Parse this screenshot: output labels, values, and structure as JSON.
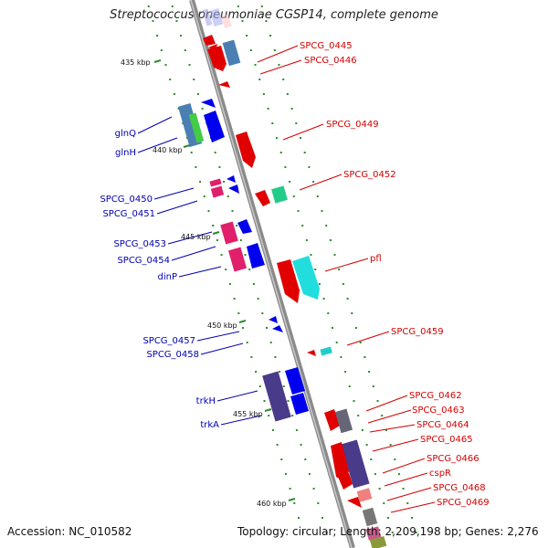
{
  "header": {
    "title": "Streptococcus pneumoniae CGSP14, complete genome"
  },
  "footer": {
    "accession": "Accession: NC_010582",
    "summary": "Topology: circular; Length: 2,209,198 bp; Genes: 2,276"
  },
  "scale": {
    "ticks": [
      "435 kbp",
      "440 kbp",
      "445 kbp",
      "450 kbp",
      "455 kbp",
      "460 kbp"
    ]
  },
  "labels": {
    "forward": [
      "glnQ",
      "glnH",
      "SPCG_0450",
      "SPCG_0451",
      "SPCG_0453",
      "SPCG_0454",
      "dinP",
      "SPCG_0457",
      "SPCG_0458",
      "trkH",
      "trkA"
    ],
    "reverse": [
      "SPCG_0445",
      "SPCG_0446",
      "SPCG_0449",
      "SPCG_0452",
      "pfl",
      "SPCG_0459",
      "SPCG_0462",
      "SPCG_0463",
      "SPCG_0464",
      "SPCG_0465",
      "SPCG_0466",
      "cspR",
      "SPCG_0468",
      "SPCG_0469"
    ]
  },
  "colors": {
    "backbone": "#8c8c8c",
    "forward_label": "#0000b0",
    "reverse_label": "#d40000",
    "dots": "#2e8b2e"
  }
}
